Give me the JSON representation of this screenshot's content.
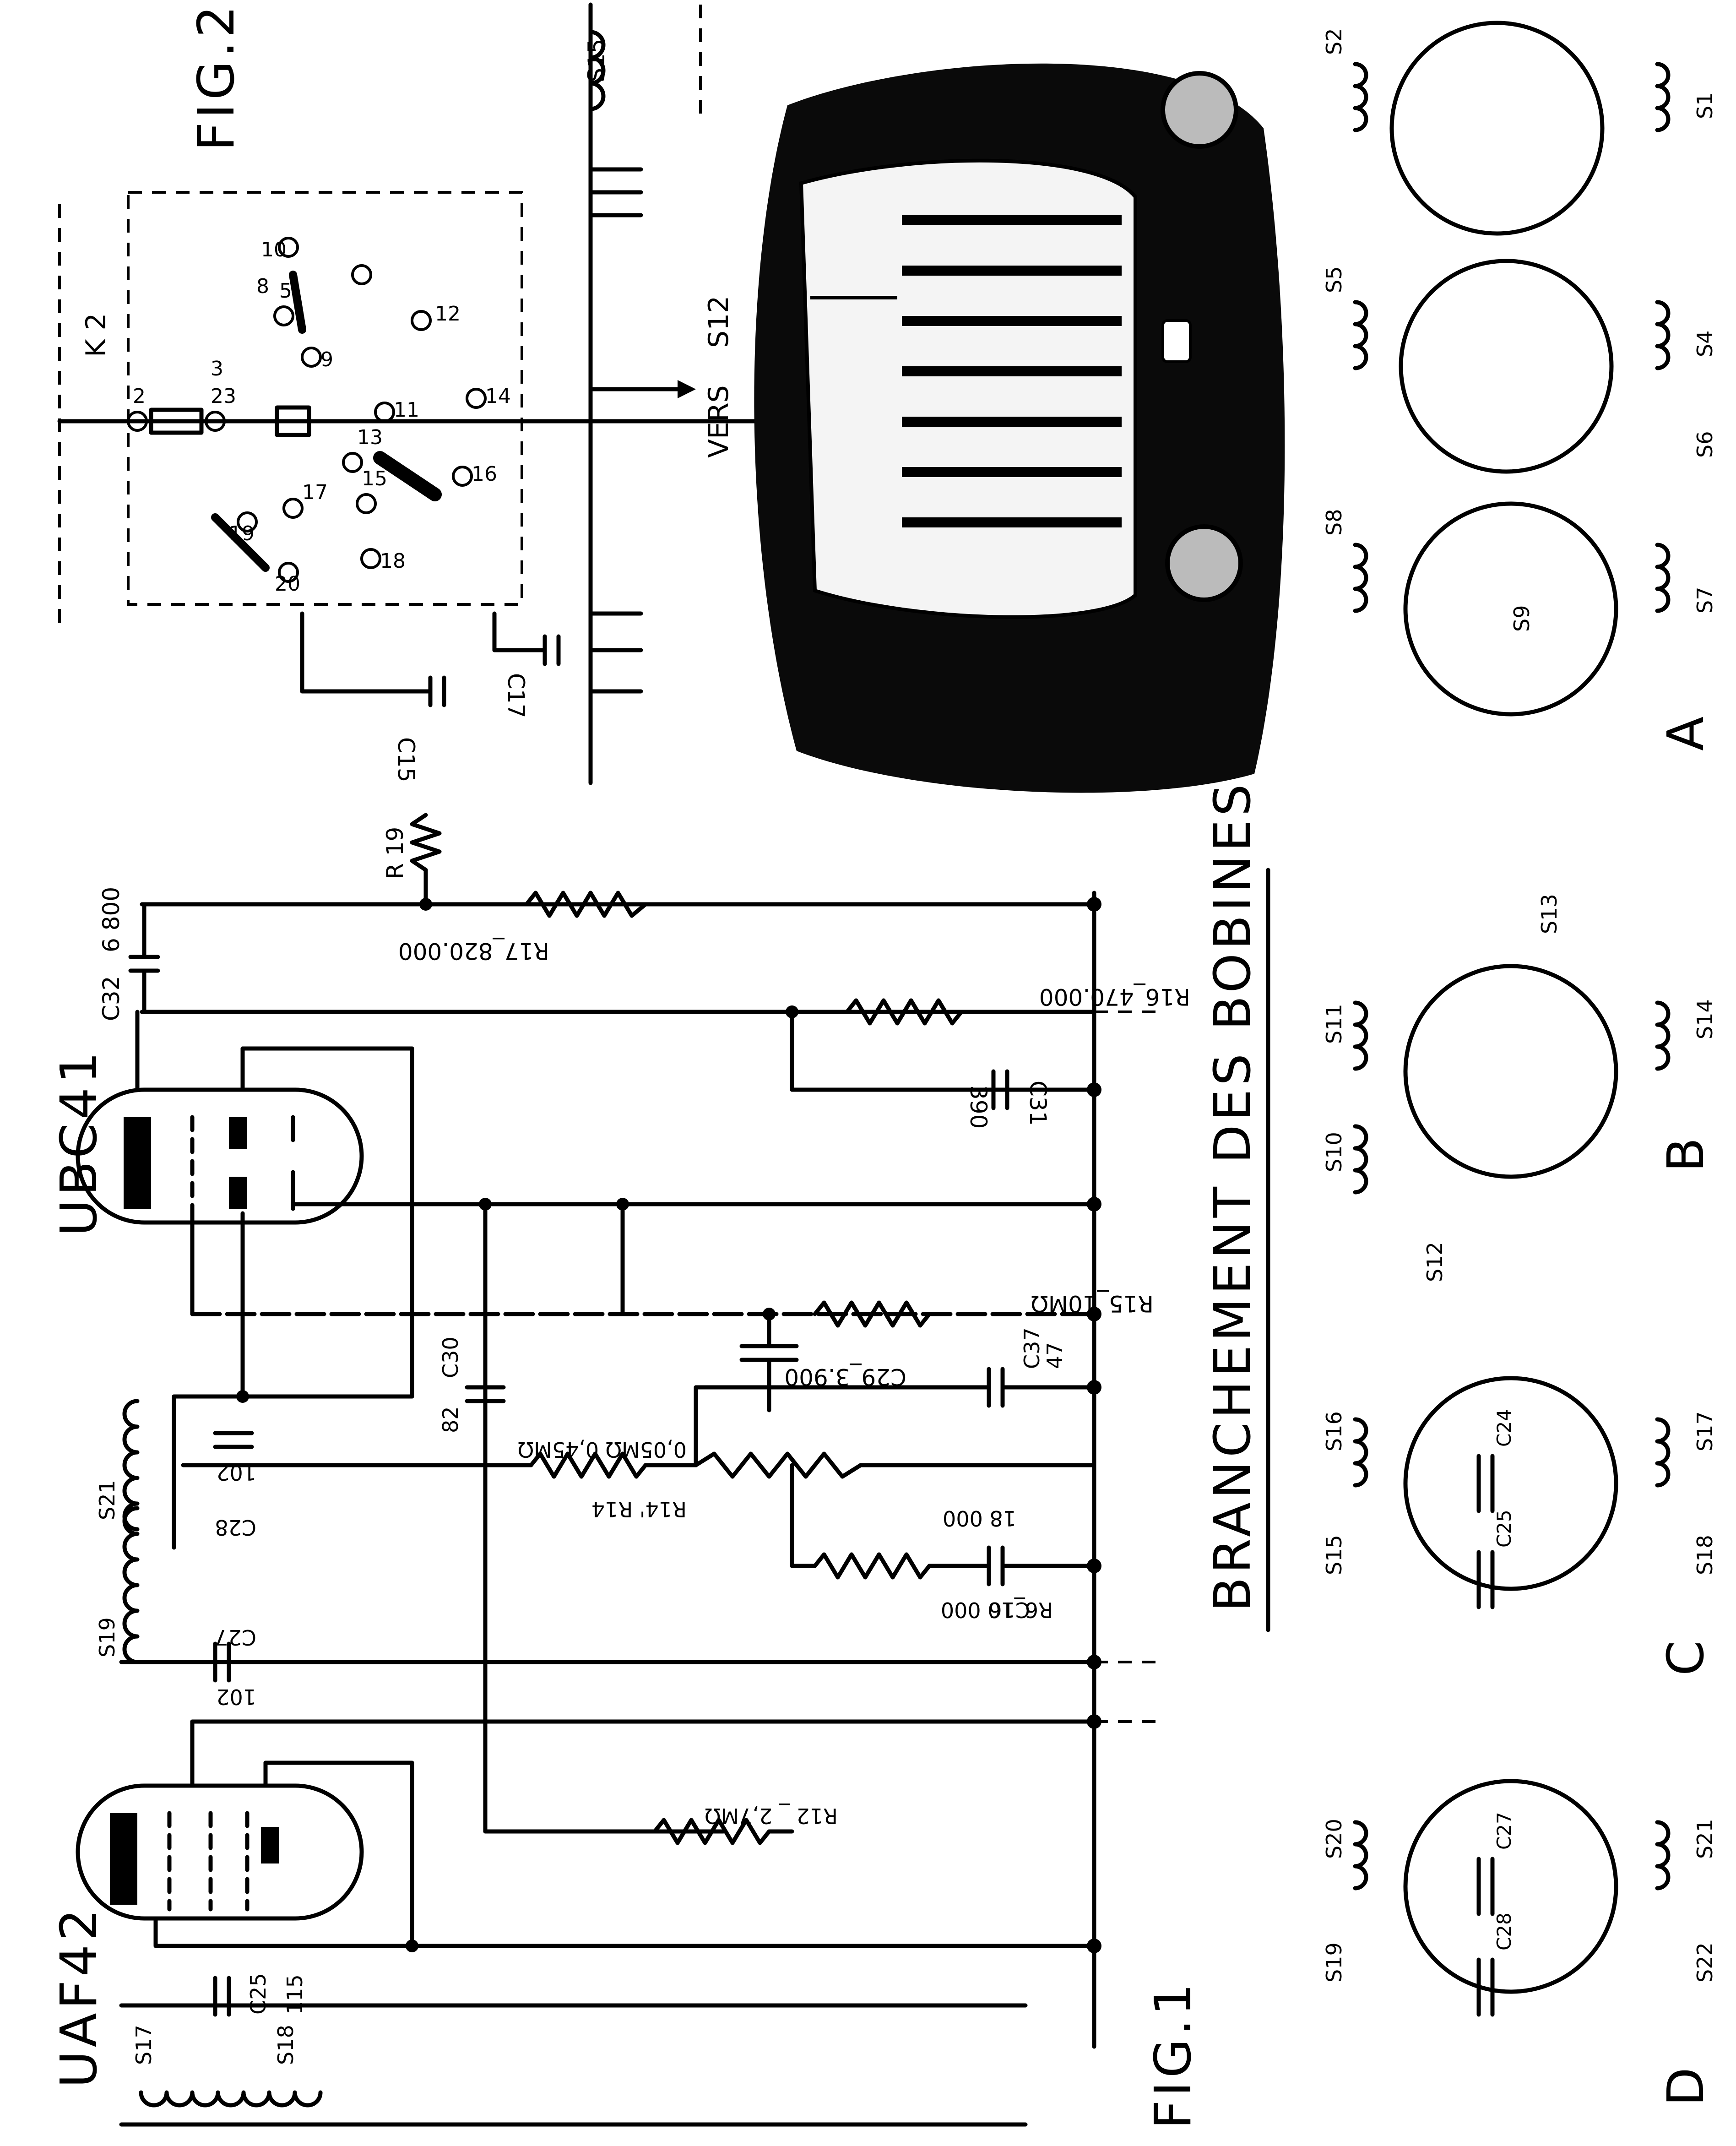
{
  "figure": {
    "fig1_label": "FIG.1",
    "fig2_label": "FIG.2",
    "tube1": "UAF42",
    "tube2": "UBC41",
    "section_title": "BRANCHEMENT DES BOBINES",
    "switch_label": "K 2",
    "vers_label": "VERS",
    "s12_label": "S12",
    "fig2_coils": {
      "s15": "S15",
      "c15": "C15",
      "c17": "C17"
    },
    "switch_contacts": [
      "2",
      "23",
      "3",
      "5",
      "9",
      "10",
      "8",
      "12",
      "11",
      "14",
      "13",
      "16",
      "15",
      "17",
      "19",
      "20",
      "18"
    ],
    "components": {
      "s17": "S17",
      "s18": "S18",
      "c25": "C25",
      "c25_val": "115",
      "s19": "S19",
      "c27": "C27",
      "c27_val": "102",
      "s21": "S21",
      "c28": "C28",
      "c28_val": "102",
      "c30": "C30",
      "c30_val": "82",
      "r12": "R12 _ 2,7MΩ",
      "r14": "R14' R14",
      "r14_val": "0,05MΩ 0,45MΩ",
      "c16": "C16",
      "r6": "R6_10 000",
      "c16_val": "18 000",
      "c29": "C29_3.900",
      "c37": "C37",
      "c37_val": "47",
      "r15": "R15_10MΩ",
      "c31": "C31",
      "c31_val": "390",
      "r16": "R16_470.000",
      "c32": "C32",
      "c32_val": "6 800",
      "r17": "R17_820.000",
      "r19": "R 19"
    },
    "bobines": {
      "a": {
        "letter": "A",
        "coils": [
          "S1",
          "S2",
          "S4",
          "S5",
          "S6",
          "S7",
          "S8",
          "S9"
        ]
      },
      "b": {
        "letter": "B",
        "coils": [
          "S10",
          "S11",
          "S12",
          "S13",
          "S14"
        ]
      },
      "c": {
        "letter": "C",
        "coils": [
          "S15",
          "S16",
          "S17",
          "S18",
          "C24",
          "C25"
        ]
      },
      "d": {
        "letter": "D",
        "coils": [
          "S19",
          "S20",
          "S21",
          "S22",
          "C27",
          "C28"
        ]
      }
    }
  }
}
